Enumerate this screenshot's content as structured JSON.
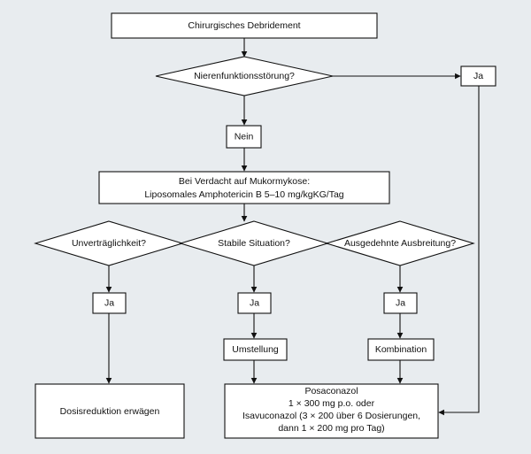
{
  "nodes": {
    "debridement": "Chirurgisches Debridement",
    "q_renal": "Nierenfunktionsstörung?",
    "renal_yes": "Ja",
    "renal_no": "Nein",
    "amphotericin": [
      "Bei Verdacht auf Mukormykose:",
      "Liposomales Amphotericin B 5–10 mg/kgKG/Tag"
    ],
    "q_intolerance": "Unverträglichkeit?",
    "q_stable": "Stabile Situation?",
    "q_spread": "Ausgedehnte Ausbreitung?",
    "intolerance_yes": "Ja",
    "stable_yes": "Ja",
    "spread_yes": "Ja",
    "switch": "Umstellung",
    "combination": "Kombination",
    "dose_reduction": "Dosisreduktion erwägen",
    "azoles": [
      "Posaconazol",
      "1 × 300 mg p.o. oder",
      "Isavuconazol (3 × 200 über 6 Dosierungen,",
      "dann 1 × 200 mg pro Tag)"
    ]
  }
}
